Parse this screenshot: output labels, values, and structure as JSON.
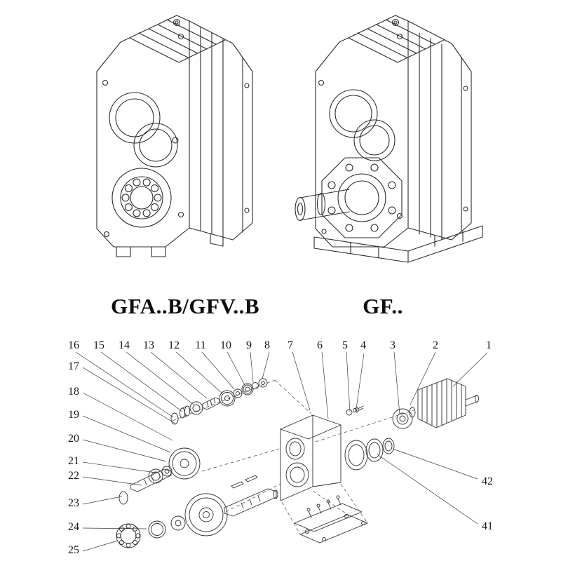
{
  "page": {
    "background": "#ffffff",
    "ink_color": "#2b2b2b"
  },
  "top_section": {
    "left_model_label": "GFA..B/GFV..B",
    "right_model_label": "GF.."
  },
  "exploded_view": {
    "top_callouts": [
      "16",
      "15",
      "14",
      "13",
      "12",
      "11",
      "10",
      "9",
      "8",
      "7",
      "6",
      "5",
      "4",
      "3",
      "2",
      "1"
    ],
    "left_callouts": [
      "17",
      "18",
      "19",
      "20",
      "21",
      "22",
      "23",
      "24",
      "25"
    ],
    "right_callouts": [
      "42",
      "41"
    ]
  }
}
